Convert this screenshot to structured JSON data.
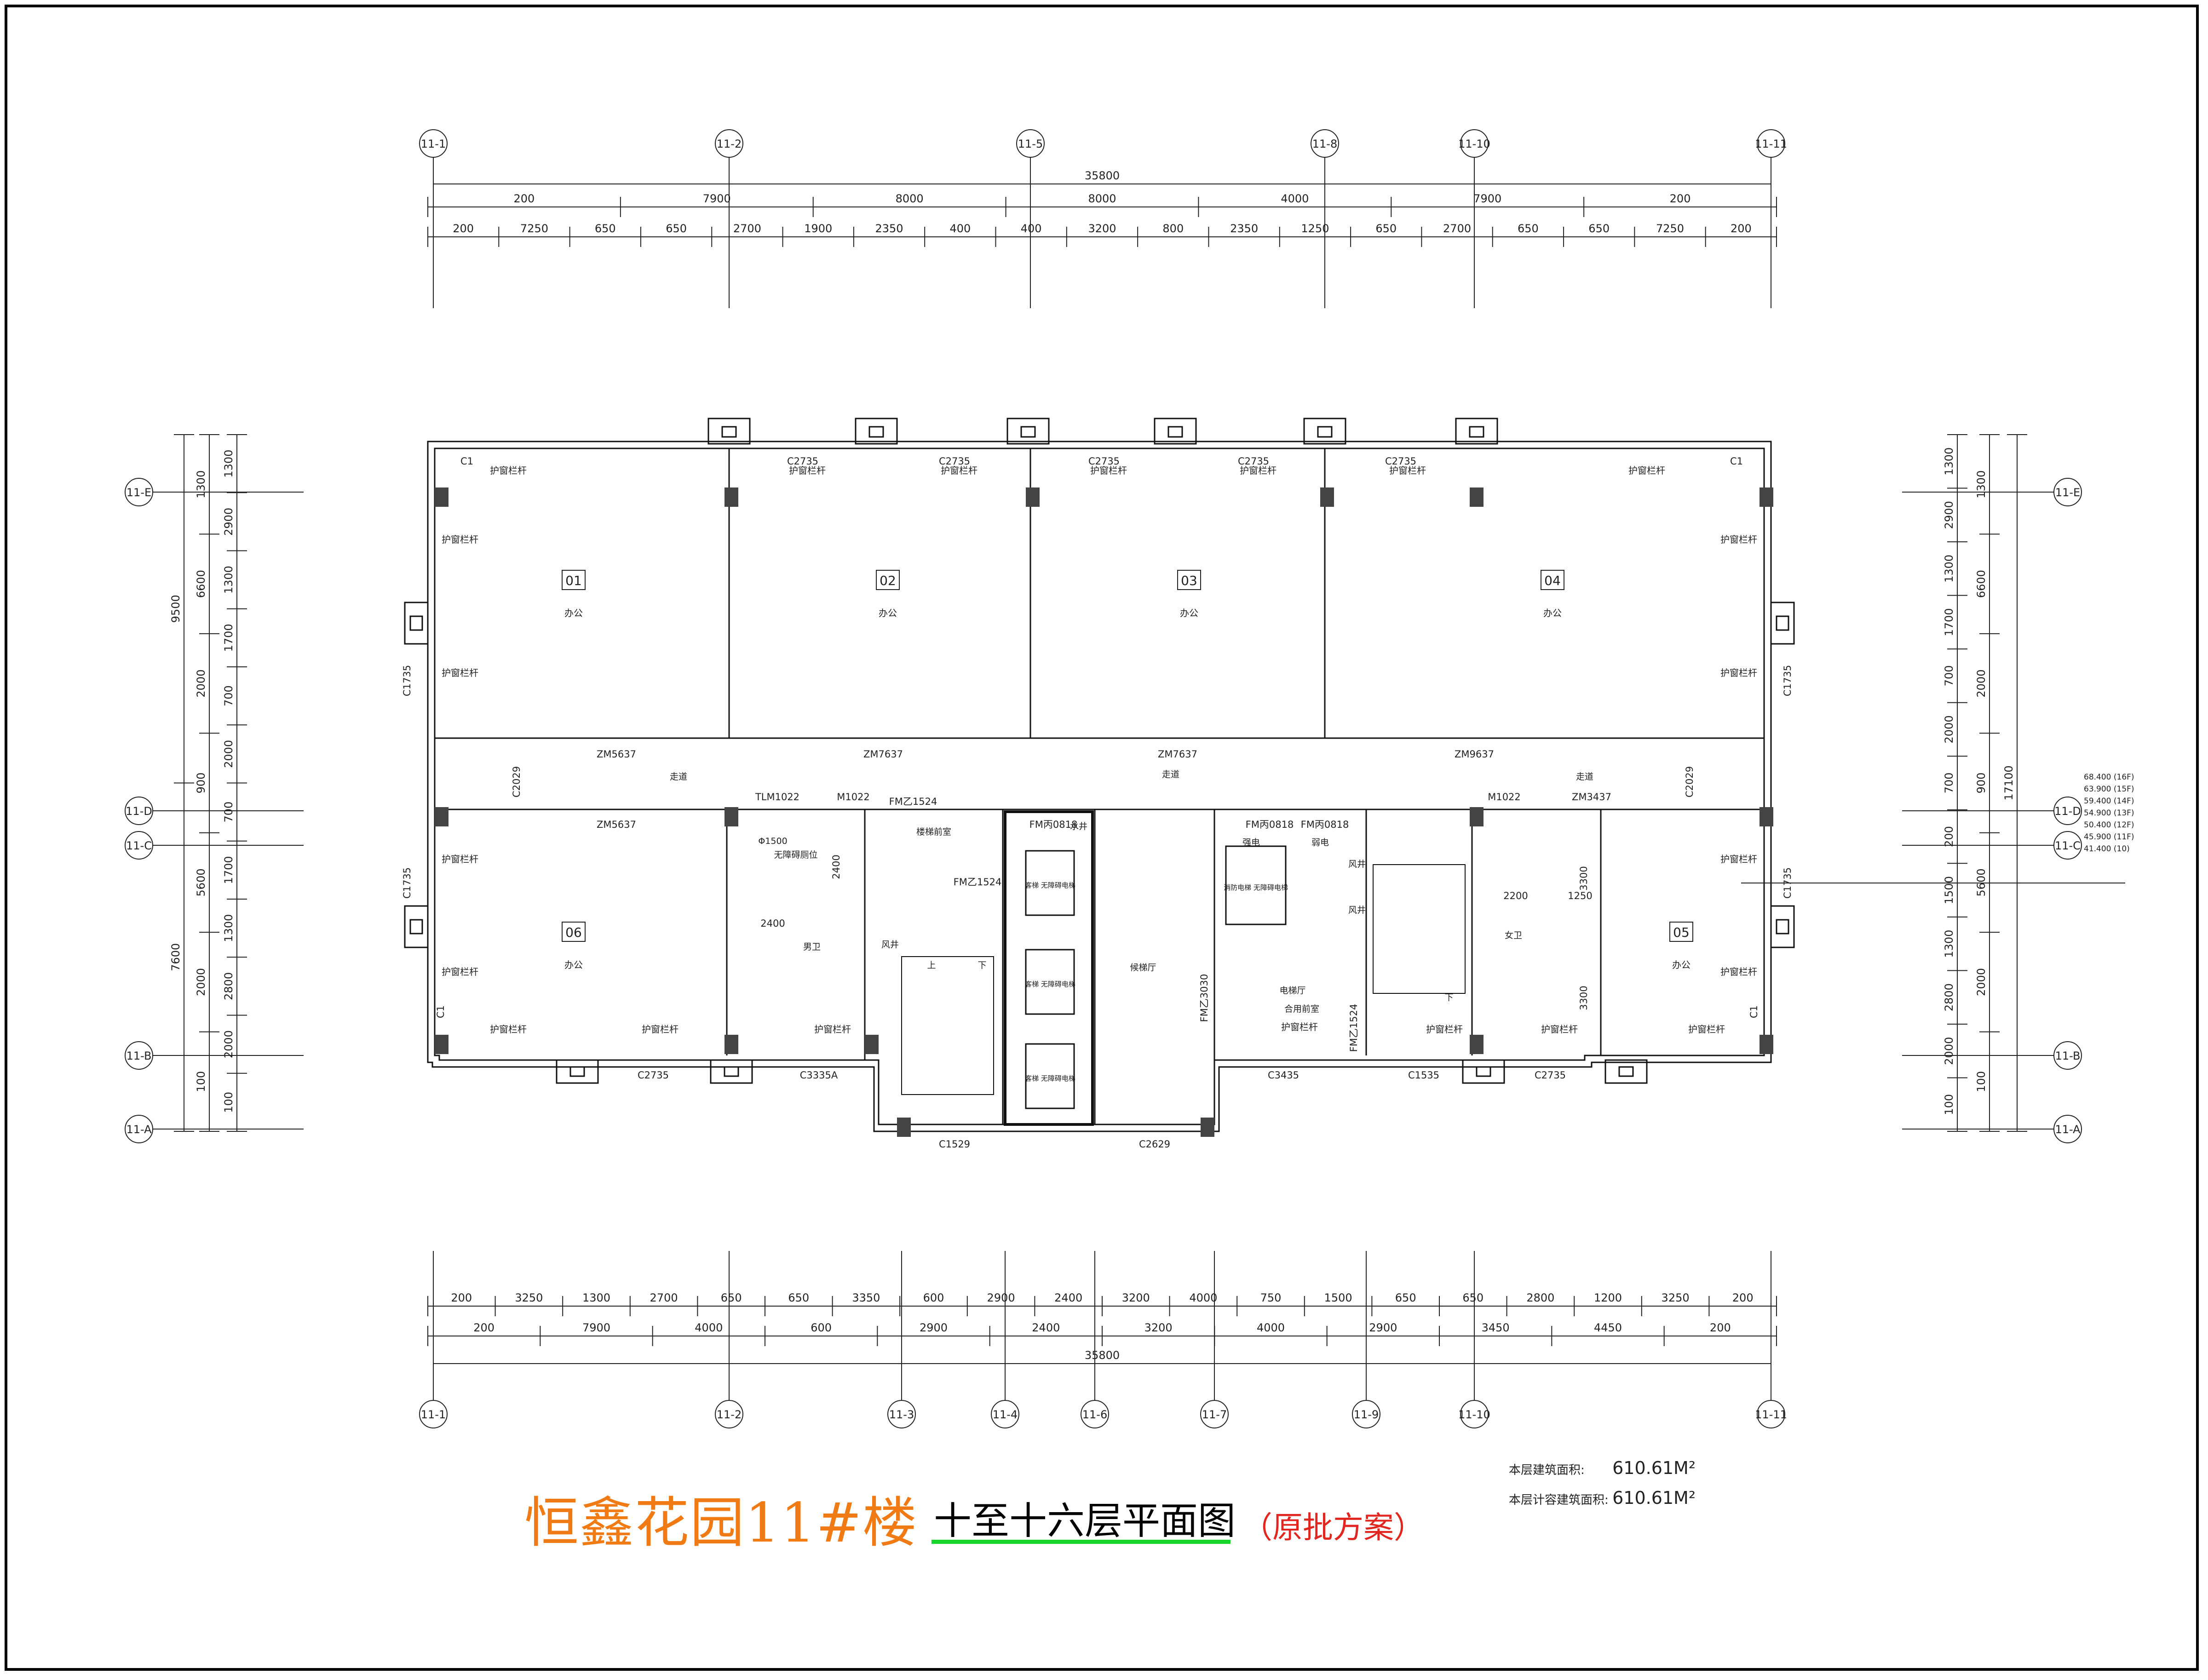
{
  "title": {
    "project": "恒鑫花园11#楼",
    "drawing": "十至十六层平面图",
    "note": "（原批方案）"
  },
  "areas": {
    "floor_label": "本层建筑面积:",
    "floor_value": "610.61M²",
    "far_label": "本层计容建筑面积:",
    "far_value": "610.61M²"
  },
  "axes": {
    "top": [
      "11-1",
      "11-2",
      "11-5",
      "11-8",
      "11-10",
      "11-11"
    ],
    "bottom": [
      "11-1",
      "11-2",
      "11-3",
      "11-4",
      "11-6",
      "11-7",
      "11-9",
      "11-10",
      "11-11"
    ],
    "left": [
      "11-E",
      "11-D",
      "11-C",
      "11-B",
      "11-A"
    ],
    "right": [
      "11-E",
      "11-D",
      "11-C",
      "11-B",
      "11-A"
    ]
  },
  "dims": {
    "top_total": "35800",
    "top_row1": [
      "200",
      "7900",
      "8000",
      "8000",
      "4000",
      "7900",
      "200"
    ],
    "top_row2": [
      "200",
      "7250",
      "650",
      "650",
      "2700",
      "1900",
      "2350",
      "400",
      "400",
      "3200",
      "800",
      "2350",
      "1250",
      "650",
      "2700",
      "650",
      "650",
      "7250",
      "200"
    ],
    "bottom_row1": [
      "200",
      "3250",
      "1300",
      "2700",
      "650",
      "650",
      "3350",
      "600",
      "2900",
      "2400",
      "3200",
      "4000",
      "750",
      "1500",
      "650",
      "650",
      "2800",
      "1200",
      "3250",
      "200"
    ],
    "bottom_row2": [
      "200",
      "7900",
      "4000",
      "600",
      "2900",
      "2400",
      "3200",
      "4000",
      "2900",
      "3450",
      "4450",
      "200"
    ],
    "bottom_total": "35800",
    "left_outer": [
      "9500",
      "7600"
    ],
    "left_mid": [
      "1300",
      "6600",
      "2000",
      "900",
      "5600",
      "2000",
      "100"
    ],
    "left_inner": [
      "1300",
      "2900",
      "1300",
      "1700",
      "700",
      "2000",
      "700",
      "1700",
      "1300",
      "2800",
      "2000",
      "100"
    ],
    "right_total": "17100",
    "right_mid": [
      "1300",
      "6600",
      "2000",
      "900",
      "5600",
      "2000",
      "100"
    ],
    "right_inner": [
      "1300",
      "2900",
      "1300",
      "1700",
      "700",
      "2000",
      "700",
      "200",
      "1500",
      "1300",
      "2800",
      "2000",
      "100"
    ]
  },
  "rooms": [
    {
      "num": "01",
      "use": "办公"
    },
    {
      "num": "02",
      "use": "办公"
    },
    {
      "num": "03",
      "use": "办公"
    },
    {
      "num": "04",
      "use": "办公"
    },
    {
      "num": "05",
      "use": "办公"
    },
    {
      "num": "06",
      "use": "办公"
    }
  ],
  "labels": {
    "corridor": "走道",
    "elevator_hall": "候梯厅",
    "stair_front": "楼梯前室",
    "male_wc": "男卫",
    "female_wc": "女卫",
    "shared_front": "合用前室",
    "elev_front": "电梯厅",
    "elevator": "客梯 无障碍电梯",
    "fire_elevator": "消防电梯 无障碍电梯",
    "accessible_wc": "无障碍厕位",
    "railing": "护窗栏杆",
    "wind": "风井",
    "strong": "强电",
    "weak": "弱电",
    "pipe": "水井",
    "diameter": "Φ1500",
    "up": "上",
    "down": "下"
  },
  "doors": {
    "zm5637": "ZM5637",
    "zm7637": "ZM7637",
    "zm9637": "ZM9637",
    "zm3437": "ZM3437",
    "c2735": "C2735",
    "c1": "C1",
    "c1735": "C1735",
    "c2029": "C2029",
    "c3335a": "C3335A",
    "c3435": "C3435",
    "c1535": "C1535",
    "c1529": "C1529",
    "c2629": "C2629",
    "m1022": "M1022",
    "tlm1022": "TLM1022",
    "fm1524": "FM乙1524",
    "fm0818": "FM丙0818",
    "fm3030": "FM乙3030",
    "fm1524b": "FM乙1524"
  },
  "levels": [
    "68.400 (16F)",
    "63.900 (15F)",
    "59.400 (14F)",
    "54.900 (13F)",
    "50.400 (12F)",
    "45.900 (11F)",
    "41.400 (10)"
  ],
  "misc": {
    "dim_2400": "2400",
    "dim_2200": "2200",
    "dim_1250": "1250",
    "dim_3300": "3300"
  }
}
